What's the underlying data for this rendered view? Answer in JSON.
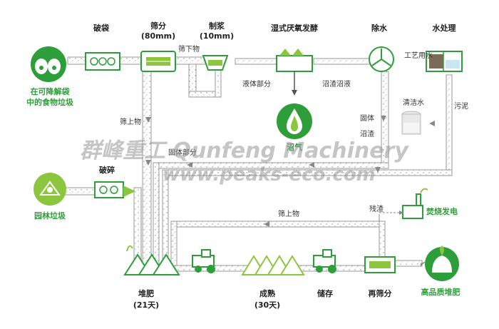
{
  "process_steps": {
    "crush": "破袋",
    "screen": "筛分",
    "screen_size": "(80mm)",
    "pulp": "制浆",
    "pulp_size": "(10mm)",
    "ad": "湿式厌氧发酵",
    "dewater": "除水",
    "water_treat": "水处理"
  },
  "inputs": {
    "food_waste_line1": "在可降解袋",
    "food_waste_line2": "中的食物垃圾",
    "garden_waste": "园林垃圾",
    "garden_crush": "破碎"
  },
  "flows": {
    "undersize": "筛下物",
    "liquid": "液体部分",
    "digestate": "沼渣沼液",
    "process_water": "工艺用水",
    "clean_water": "清洁水",
    "sludge": "污泥",
    "solid_line1": "固体",
    "solid_line2": "沼渣",
    "oversize": "筛上物",
    "solid_part": "固体部分",
    "oversize2": "筛上物",
    "residue": "残渣"
  },
  "outputs": {
    "biogas": "沼气",
    "power": "焚烧发电",
    "compost": "高品质堆肥"
  },
  "compost_steps": {
    "pile": "堆肥",
    "pile_days": "(21天)",
    "mature": "成熟",
    "mature_days": "(30天)",
    "store": "储存",
    "rescreen": "再筛分"
  },
  "watermark": {
    "line1": "群峰重工 Qunfeng Machinery",
    "line2": "www.peaks-eco.com"
  },
  "colors": {
    "green": "#2e9e3a",
    "light_green": "#8cc63f",
    "belt_gray": "#9a9a9a"
  }
}
